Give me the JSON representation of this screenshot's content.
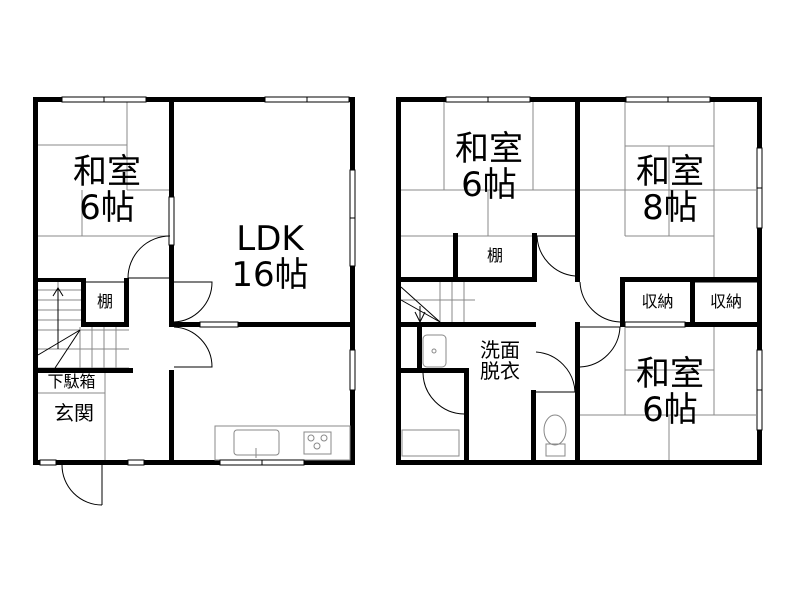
{
  "floor_plan": {
    "floor1": {
      "rooms": [
        {
          "id": "washitsu-1f",
          "name": "和室",
          "size": "6帖"
        },
        {
          "id": "ldk",
          "name": "LDK",
          "size": "16帖"
        },
        {
          "id": "tana-1f",
          "name": "棚"
        },
        {
          "id": "getabako",
          "name": "下駄箱"
        },
        {
          "id": "genkan",
          "name": "玄関"
        }
      ]
    },
    "floor2": {
      "rooms": [
        {
          "id": "washitsu-2f-a",
          "name": "和室",
          "size": "6帖"
        },
        {
          "id": "washitsu-2f-b",
          "name": "和室",
          "size": "8帖"
        },
        {
          "id": "tana-2f",
          "name": "棚"
        },
        {
          "id": "shuno-a",
          "name": "収納"
        },
        {
          "id": "shuno-b",
          "name": "収納"
        },
        {
          "id": "senmen",
          "name": "洗面",
          "name2": "脱衣"
        },
        {
          "id": "washitsu-2f-c",
          "name": "和室",
          "size": "6帖"
        }
      ]
    }
  }
}
